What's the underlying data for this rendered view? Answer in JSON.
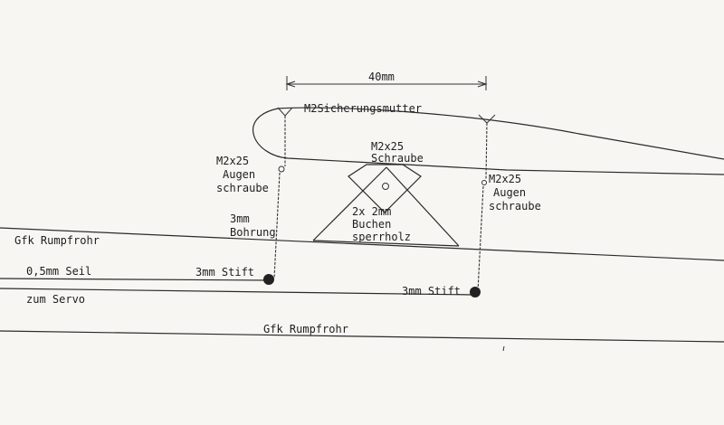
{
  "labels": {
    "dimension": "40mm",
    "nut": "M2Sicherungsmutter",
    "screw_top_1": "M2x25",
    "screw_top_2": "Schraube",
    "eye_left_1": "M2x25",
    "eye_left_2": "Augen",
    "eye_left_3": "schraube",
    "eye_right_1": "M2x25",
    "eye_right_2": "Augen",
    "eye_right_3": "schraube",
    "bore_1": "3mm",
    "bore_2": "Bohrung",
    "plywood_1": "2x 2mm",
    "plywood_2": "Buchen",
    "plywood_3": "sperrholz",
    "tube_top": "Gfk Rumpfrohr",
    "tube_bottom": "Gfk Rumpfrohr",
    "cable": "0,5mm Seil",
    "servo": "zum Servo",
    "pin_left": "3mm Stift",
    "pin_right": "3mm Stift"
  },
  "colors": {
    "paper": "#f7f6f3",
    "ink": "#1e1e1e"
  }
}
